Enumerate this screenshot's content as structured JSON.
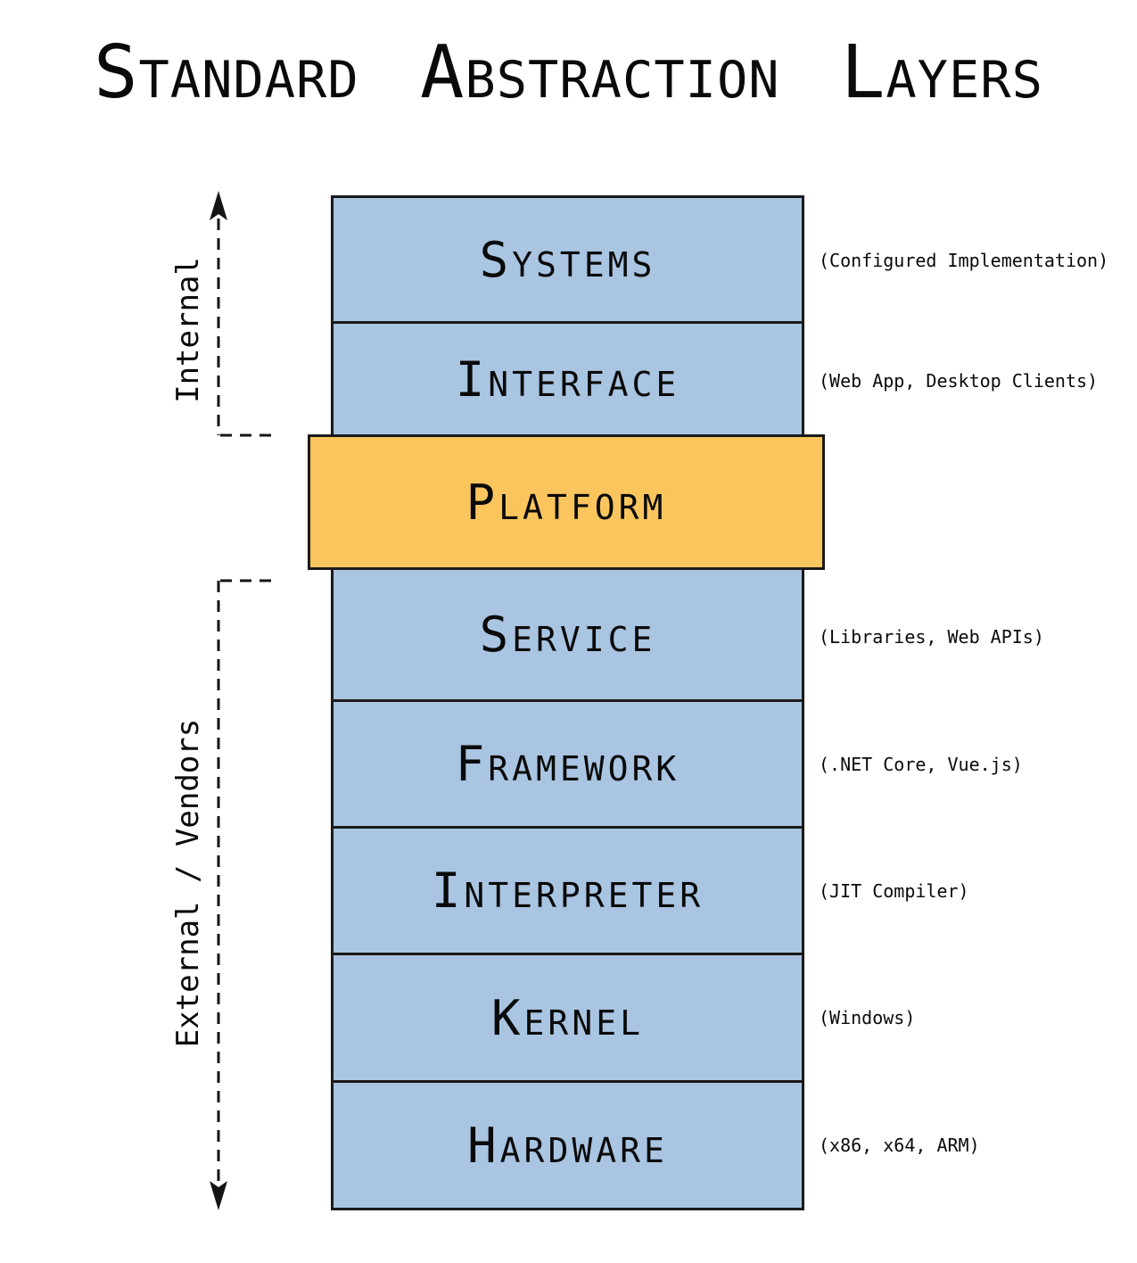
{
  "title": "Standard Abstraction Layers",
  "colors": {
    "layer_blue": "#a9c5e2",
    "layer_highlight": "#fbc55e",
    "border": "#1a1a1a",
    "background": "#ffffff"
  },
  "side_labels": {
    "internal": {
      "label": "Internal",
      "direction": "up"
    },
    "external": {
      "label": "External / Vendors",
      "direction": "down"
    }
  },
  "layers": [
    {
      "id": "systems",
      "label": "Systems",
      "annotation": "(Configured Implementation)",
      "highlight": false
    },
    {
      "id": "interface",
      "label": "Interface",
      "annotation": "(Web App, Desktop Clients)",
      "highlight": false
    },
    {
      "id": "platform",
      "label": "Platform",
      "annotation": "",
      "highlight": true
    },
    {
      "id": "service",
      "label": "Service",
      "annotation": "(Libraries, Web APIs)",
      "highlight": false
    },
    {
      "id": "framework",
      "label": "Framework",
      "annotation": "(.NET Core, Vue.js)",
      "highlight": false
    },
    {
      "id": "interpreter",
      "label": "Interpreter",
      "annotation": "(JIT Compiler)",
      "highlight": false
    },
    {
      "id": "kernel",
      "label": "Kernel",
      "annotation": "(Windows)",
      "highlight": false
    },
    {
      "id": "hardware",
      "label": "Hardware",
      "annotation": "(x86, x64, ARM)",
      "highlight": false
    }
  ]
}
